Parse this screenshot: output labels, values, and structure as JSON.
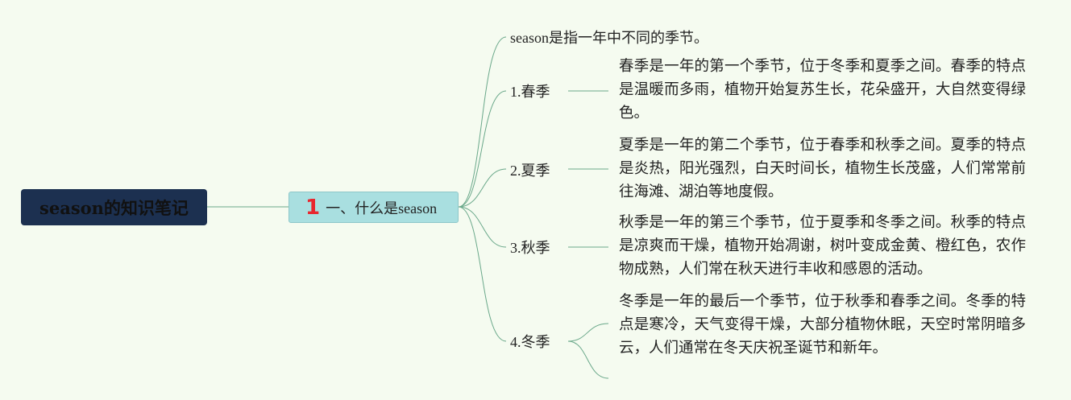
{
  "mindmap": {
    "root": {
      "title": "season的知识笔记"
    },
    "branch": {
      "number": "1",
      "title": "一、什么是season"
    },
    "children": [
      {
        "label": "season是指一年中不同的季节。",
        "description": ""
      },
      {
        "label": "1.春季",
        "description": "春季是一年的第一个季节，位于冬季和夏季之间。春季的特点是温暖而多雨，植物开始复苏生长，花朵盛开，大自然变得绿色。"
      },
      {
        "label": "2.夏季",
        "description": "夏季是一年的第二个季节，位于春季和秋季之间。夏季的特点是炎热，阳光强烈，白天时间长，植物生长茂盛，人们常常前往海滩、湖泊等地度假。"
      },
      {
        "label": "3.秋季",
        "description": "秋季是一年的第三个季节，位于夏季和冬季之间。秋季的特点是凉爽而干燥，植物开始凋谢，树叶变成金黄、橙红色，农作物成熟，人们常在秋天进行丰收和感恩的活动。"
      },
      {
        "label": "4.冬季",
        "description": "冬季是一年的最后一个季节，位于秋季和春季之间。冬季的特点是寒冷，天气变得干燥，大部分植物休眠，天空时常阴暗多云，人们通常在冬天庆祝圣诞节和新年。"
      }
    ],
    "colors": {
      "background": "#f5fbf0",
      "root_fill": "#1c3050",
      "branch_fill": "#a9dfe0",
      "connector": "#6aa88a",
      "number_marker": "#e8262e"
    }
  }
}
